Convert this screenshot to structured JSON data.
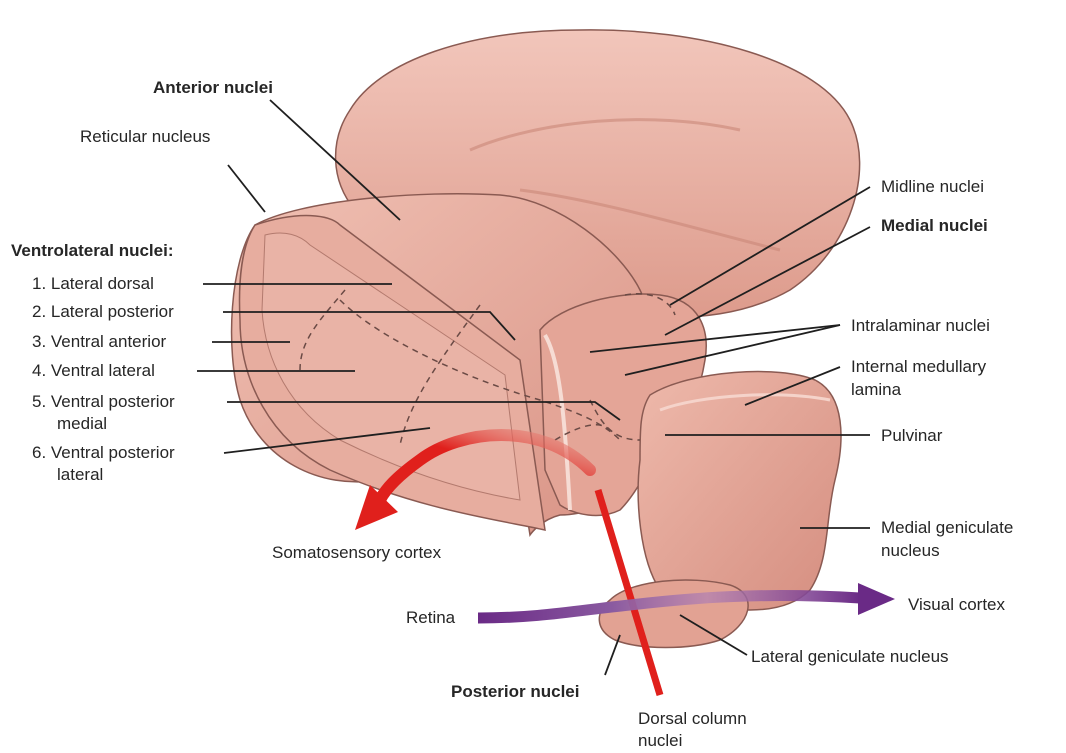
{
  "labels": {
    "anterior_nuclei": "Anterior nuclei",
    "reticular_nucleus": "Reticular nucleus",
    "ventrolateral_heading": "Ventrolateral nuclei:",
    "vl1": "1. Lateral dorsal",
    "vl2": "2. Lateral posterior",
    "vl3": "3. Ventral anterior",
    "vl4": "4. Ventral lateral",
    "vl5_line1": "5. Ventral posterior",
    "vl5_line2": "medial",
    "vl6_line1": "6. Ventral posterior",
    "vl6_line2": "lateral",
    "somatosensory_cortex": "Somatosensory cortex",
    "midline_nuclei": "Midline nuclei",
    "medial_nuclei": "Medial nuclei",
    "intralaminar_nuclei": "Intralaminar nuclei",
    "internal_medullary_line1": "Internal medullary",
    "internal_medullary_line2": "lamina",
    "pulvinar": "Pulvinar",
    "medial_geniculate_line1": "Medial geniculate",
    "medial_geniculate_line2": "nucleus",
    "visual_cortex": "Visual cortex",
    "retina": "Retina",
    "lateral_geniculate": "Lateral geniculate nucleus",
    "posterior_nuclei": "Posterior nuclei",
    "dorsal_column_line1": "Dorsal column",
    "dorsal_column_line2": "nuclei"
  },
  "colors": {
    "tissue": "#e3a596",
    "tissue_light": "#f0c2b6",
    "tissue_dark": "#c98778",
    "outline": "#8a5a52",
    "somatosensory_arrow": "#e0201c",
    "dorsal_column_line": "#e0201c",
    "visual_arrow": "#6a2a86"
  }
}
